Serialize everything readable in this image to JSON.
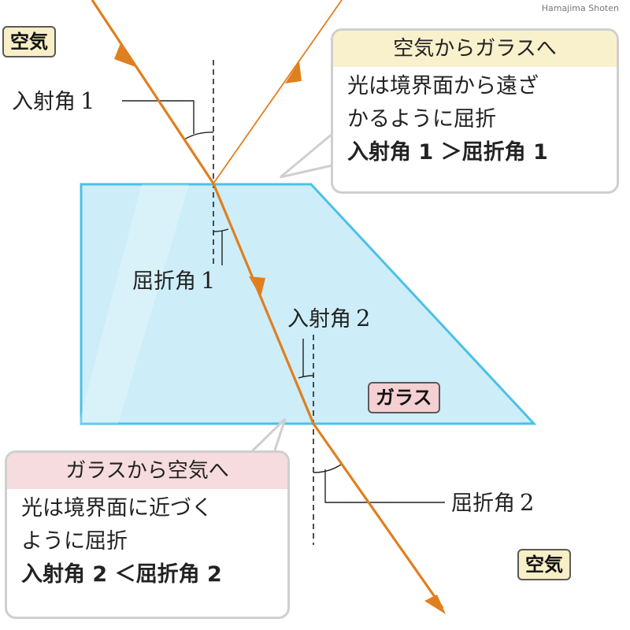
{
  "credit": "Hamajima Shoten",
  "media": {
    "air_top": "空気",
    "air_bottom": "空気",
    "glass": "ガラス"
  },
  "angles": {
    "incidence1_text": "入射角",
    "incidence1_num": "1",
    "refraction1_text": "屈折角",
    "refraction1_num": "1",
    "incidence2_text": "入射角",
    "incidence2_num": "2",
    "refraction2_text": "屈折角",
    "refraction2_num": "2"
  },
  "callout_air_to_glass": {
    "title": "空気からガラスへ",
    "line1": "光は境界面から遠ざ",
    "line2": "かるように屈折",
    "rule": "入射角 1 ＞屈折角 1"
  },
  "callout_glass_to_air": {
    "title": "ガラスから空気へ",
    "line1": "光は境界面に近づく",
    "line2": "ように屈折",
    "rule": "入射角 2 ＜屈折角 2"
  },
  "colors": {
    "ray": "#e07f1f",
    "glass_fill": "#c9ecf7",
    "glass_edge": "#4cc0e8",
    "bubble_border": "#cfcfcf"
  }
}
